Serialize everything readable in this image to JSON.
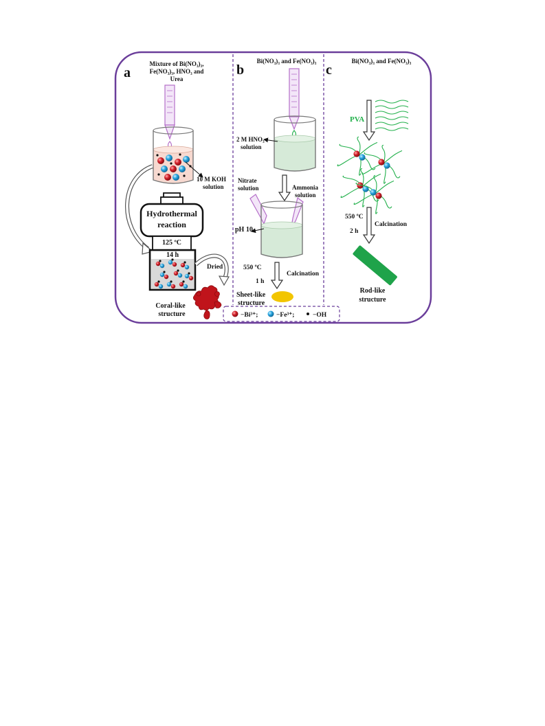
{
  "panels": {
    "a": {
      "letter": "a",
      "reagent_line1": "Mixture of Bi(NO₃)₃,",
      "reagent_line2": "Fe(NO₃)₃, HNO₃ and",
      "reagent_line3": "Urea",
      "koh_line1": "10 M KOH",
      "koh_line2": "solution",
      "reactor_line1": "Hydrothermal",
      "reactor_line2": "reaction",
      "temp": "125 ºC",
      "time": "14 h",
      "dried": "Dried",
      "product_line1": "Coral-like",
      "product_line2": "structure"
    },
    "b": {
      "letter": "b",
      "reagent": "Bi(NO₃)₃ and Fe(NO₃)₃",
      "hno3_line1": "2 M HNO₃",
      "hno3_line2": "solution",
      "nitrate_line1": "Nitrate",
      "nitrate_line2": "solution",
      "ammonia_line1": "Ammonia",
      "ammonia_line2": "solution",
      "ph": "pH 10",
      "temp": "550 ºC",
      "time": "1 h",
      "calcination": "Calcination",
      "product_line1": "Sheet-like",
      "product_line2": "structure"
    },
    "c": {
      "letter": "c",
      "reagent": "Bi(NO₃)₃ and Fe(NO₃)₃",
      "pva": "PVA",
      "temp": "550 ºC",
      "time": "2 h",
      "calcination": "Calcination",
      "product_line1": "Rod-like",
      "product_line2": "structure"
    }
  },
  "legend": {
    "bi": "−Bi³⁺;",
    "fe": "−Fe³⁺;",
    "oh": "−OH"
  },
  "colors": {
    "frame": "#6a3d9a",
    "bi": "#c8161d",
    "fe": "#1e9ad6",
    "pva": "#22b04b",
    "rod": "#1fa34a",
    "sheet": "#f2c500",
    "coral": "#c0141b",
    "pipette": "#b46ec8"
  }
}
